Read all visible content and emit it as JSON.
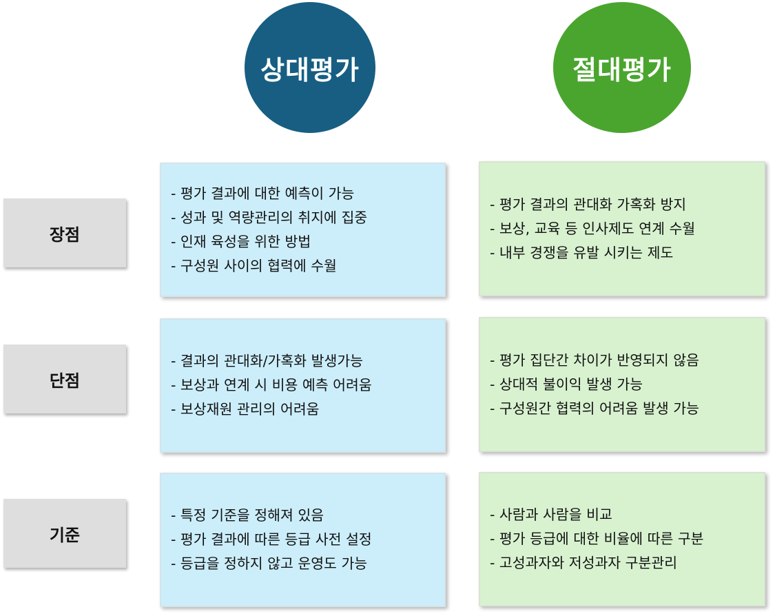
{
  "columns": {
    "relative": {
      "title": "상대평가",
      "color": "#175e82"
    },
    "absolute": {
      "title": "절대평가",
      "color": "#4aa52e"
    }
  },
  "colors": {
    "relative_box_bg": "#cceefb",
    "absolute_box_bg": "#d8f2d0",
    "label_bg": "#dedede"
  },
  "rows": {
    "pros": {
      "label": "장점",
      "relative": [
        "- 평가 결과에 대한 예측이 가능",
        "- 성과 및 역량관리의 취지에 집중",
        "- 인재 육성을 위한 방법",
        "- 구성원 사이의 협력에 수월"
      ],
      "absolute": [
        "- 평가 결과의 관대화 가혹화 방지",
        "- 보상, 교육 등 인사제도 연계 수월",
        "- 내부 경쟁을 유발 시키는 제도"
      ]
    },
    "cons": {
      "label": "단점",
      "relative": [
        "- 결과의 관대화/가혹화 발생가능",
        "- 보상과 연계 시 비용 예측 어려움",
        "- 보상재원 관리의 어려움"
      ],
      "absolute": [
        "- 평가 집단간 차이가 반영되지 않음",
        "- 상대적 불이익 발생 가능",
        "- 구성원간 협력의 어려움 발생 가능"
      ]
    },
    "criteria": {
      "label": "기준",
      "relative": [
        "- 특정 기준을 정해져 있음",
        "- 평가 결과에 따른 등급 사전 설정",
        "- 등급을 정하지 않고 운영도 가능"
      ],
      "absolute": [
        "- 사람과 사람을 비교",
        "- 평가 등급에 대한 비율에 따른 구분",
        "- 고성과자와 저성과자 구분관리"
      ]
    }
  }
}
